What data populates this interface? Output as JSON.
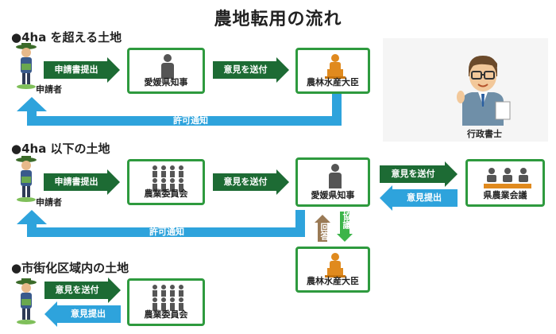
{
  "title": "農地転用の流れ",
  "sections": {
    "s1": "●4ha を超える土地",
    "s2": "●4ha 以下の土地",
    "s3": "●市街化区域内の土地"
  },
  "labels": {
    "applicant": "申請者",
    "ehime_governor": "愛媛県知事",
    "minister": "農林水産大臣",
    "committee": "農業委員会",
    "prefecture_council": "県農業会議",
    "scrivener": "行政書士"
  },
  "arrows": {
    "apply_submit": "申請書提出",
    "send_opinion": "意見を送付",
    "permit_notice": "許可通知",
    "opinion_submit": "意見提出",
    "reply": "回答",
    "consult": "協議"
  },
  "colors": {
    "box_border": "#2e9a3e",
    "arrow_green": "#1d6b34",
    "arrow_blue": "#2ea3dc",
    "arrow_brown": "#9a7a55",
    "arrow_lightgreen": "#3cb449"
  },
  "icons": [
    "farmer-icon",
    "official-icon",
    "minister-icon",
    "committee-icon",
    "council-icon",
    "scrivener-icon"
  ]
}
